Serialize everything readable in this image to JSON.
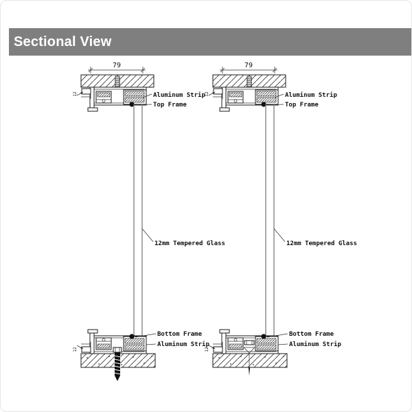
{
  "header": {
    "title": "Sectional View",
    "bar_color": "#7f7f7f",
    "text_color": "#ffffff"
  },
  "drawing": {
    "dim_width": "79",
    "dim_side": "12",
    "labels": {
      "aluminum_strip": "Aluminum Strip",
      "top_frame": "Top Frame",
      "glass": "12mm Tempered Glass",
      "bottom_frame": "Bottom Frame"
    },
    "line_color": "#1a1a1a",
    "glass_color": "#7d7d7d"
  }
}
